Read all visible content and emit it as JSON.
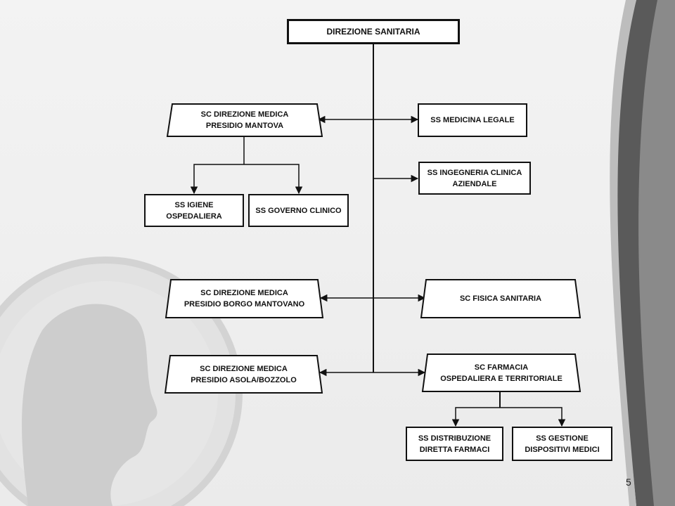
{
  "nodes": {
    "direzione_sanitaria": "DIREZIONE SANITARIA",
    "sc_dir_med_mantova": "SC DIREZIONE  MEDICA\nPRESIDIO  MANTOVA",
    "ss_medicina_legale": "SS MEDICINA  LEGALE",
    "ss_ingegneria_clinica": "SS INGEGNERIA  CLINICA\nAZIENDALE",
    "ss_igiene_ospedaliera": "SS IGIENE\nOSPEDALIERA",
    "ss_governo_clinico": "SS GOVERNO CLINICO",
    "sc_dir_med_borgo": "SC DIREZIONE  MEDICA\nPRESIDIO  BORGO MANTOVANO",
    "sc_fisica_sanitaria": "SC FISICA  SANITARIA",
    "sc_dir_med_asola": "SC DIREZIONE  MEDICA\nPRESIDIO  ASOLA/BOZZOLO",
    "sc_farmacia": "SC FARMACIA\nOSPEDALIERA  E  TERRITORIALE",
    "ss_distribuzione": "SS DISTRIBUZIONE\nDIRETTA  FARMACI",
    "ss_gestione_dispositivi": "SS GESTIONE\nDISPOSITIVI   MEDICI"
  },
  "page_number": "5",
  "colors": {
    "line": "#111111",
    "box_fill": "#ffffff",
    "background": "#eeeeee"
  }
}
